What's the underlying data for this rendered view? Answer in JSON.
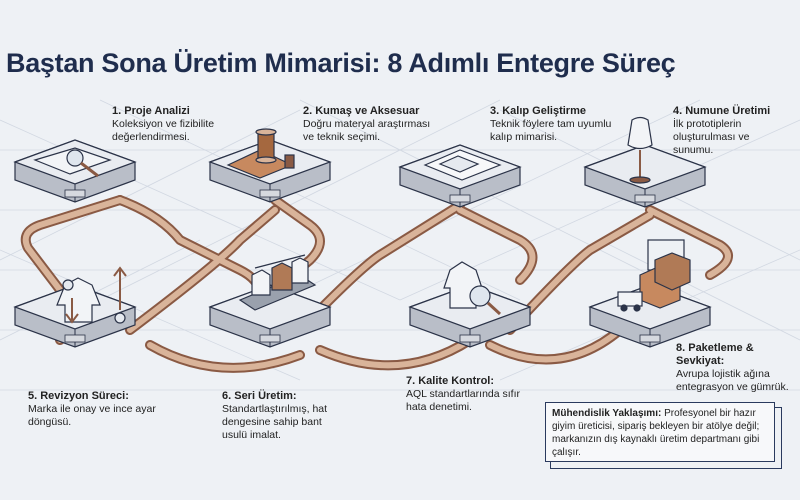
{
  "title": "Baştan Sona Üretim Mimarisi: 8 Adımlı Entegre Süreç",
  "steps": [
    {
      "heading": "1. Proje Analizi",
      "desc": "Koleksiyon ve fizibilite değerlendirmesi."
    },
    {
      "heading": "2. Kumaş ve Aksesuar",
      "desc": "Doğru materyal araştırması ve teknik seçimi."
    },
    {
      "heading": "3. Kalıp Geliştirme",
      "desc": "Teknik föylere tam uyumlu kalıp mimarisi."
    },
    {
      "heading": "4. Numune Üretimi",
      "desc": "İlk prototiplerin oluşturulması ve sunumu."
    },
    {
      "heading": "5. Revizyon Süreci:",
      "desc": "Marka ile onay ve ince ayar döngüsü."
    },
    {
      "heading": "6. Seri Üretim:",
      "desc": "Standartlaştırılmış, hat dengesine sahip bant usulü imalat."
    },
    {
      "heading": "7. Kalite Kontrol:",
      "desc": "AQL standartlarında sıfır hata denetimi."
    },
    {
      "heading": "8. Paketleme & Sevkiyat:",
      "desc": "Avrupa lojistik ağına entegrasyon ve gümrük."
    }
  ],
  "note": {
    "heading": "Mühendislik Yaklaşımı:",
    "text": "Profesyonel bir hazır giyim üreticisi, sipariş bekleyen bir atölye değil; markanızın dış kaynaklı üretim departmanı gibi çalışır."
  },
  "colors": {
    "title": "#1f2d4d",
    "pipe": "#c49a7e",
    "pipe_edge": "#8a5a44",
    "platform": "#e4e7ec",
    "platform_side": "#b9bec8",
    "outline": "#2b3348",
    "grid": "#d2d8e2"
  },
  "icons": [
    "magnifier-blueprint-icon",
    "fabric-spool-icon",
    "pattern-blueprint-icon",
    "mannequin-icon",
    "jacket-revision-icon",
    "conveyor-garments-icon",
    "quality-magnifier-icon",
    "shipping-boxes-icon"
  ]
}
